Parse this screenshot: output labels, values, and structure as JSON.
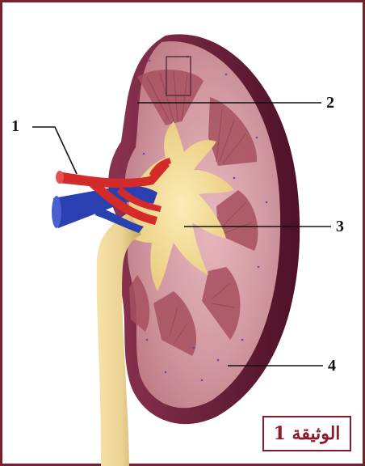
{
  "labels": {
    "l1": "1",
    "l2": "2",
    "l3": "3",
    "l4": "4"
  },
  "caption": "الوثيقة 1",
  "colors": {
    "frame": "#7a1f2e",
    "capsule": "#6e1f3a",
    "cortex": "#c98a94",
    "medulla": "#a8505f",
    "pelvis": "#f0d68a",
    "ureter": "#ecd394",
    "artery": "#d42a2a",
    "vein": "#2a3fb0",
    "caption": "#8b1a2b"
  }
}
